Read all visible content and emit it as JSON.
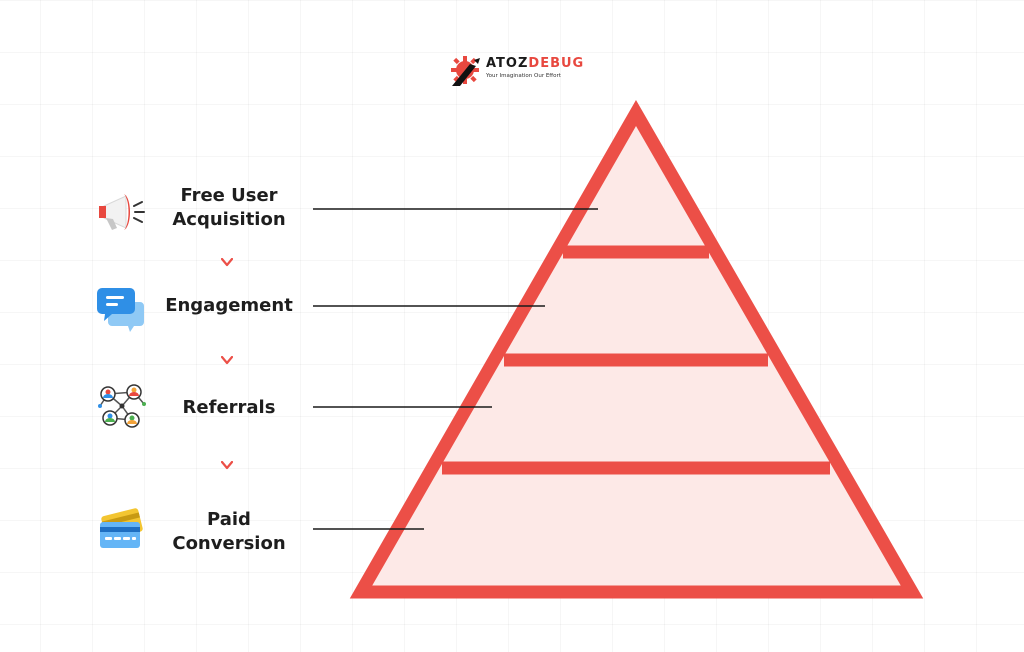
{
  "logo": {
    "brand_prefix": "ATOZ",
    "brand_suffix": "DEBUG",
    "tagline": "Your Imagination Our Effort",
    "accent_color": "#e8483f"
  },
  "stages": [
    {
      "label": "Free User\nAcquisition",
      "icon": "megaphone-icon"
    },
    {
      "label": "Engagement",
      "icon": "chat-bubbles-icon"
    },
    {
      "label": "Referrals",
      "icon": "network-people-icon"
    },
    {
      "label": "Paid\nConversion",
      "icon": "credit-cards-icon"
    }
  ],
  "colors": {
    "pyramid_stroke": "#ec4f47",
    "pyramid_fill": "#fde9e7",
    "connector": "#1a1a1a",
    "chevron": "#ec4f47"
  }
}
